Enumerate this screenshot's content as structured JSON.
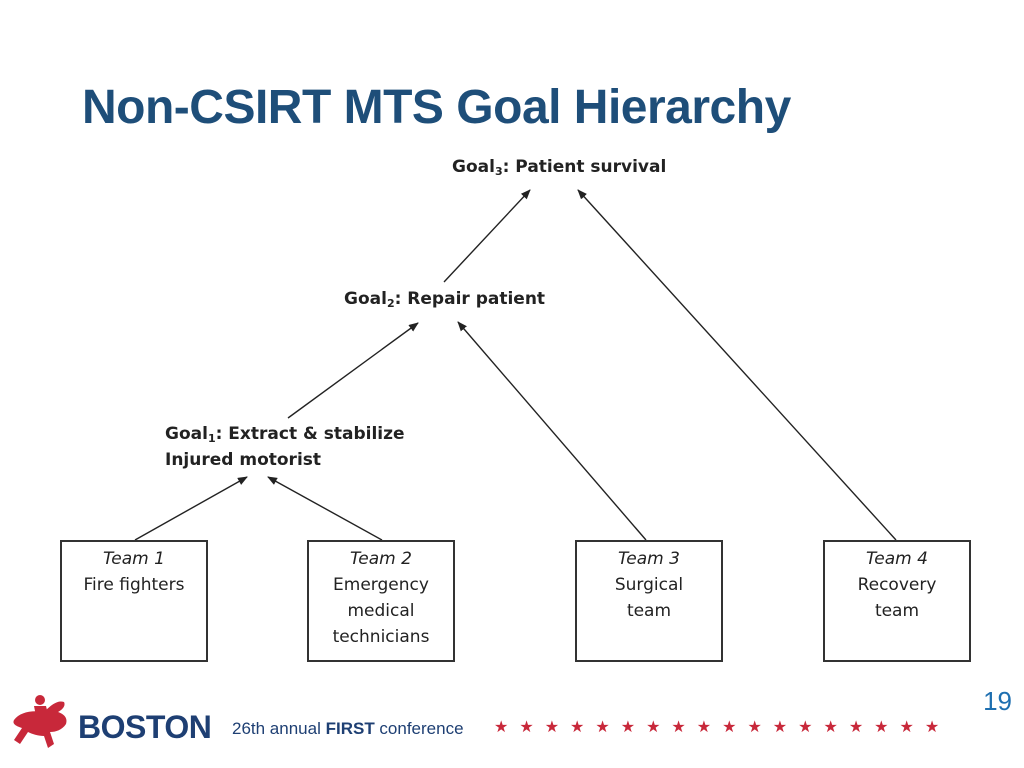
{
  "slide": {
    "title": "Non-CSIRT MTS Goal Hierarchy",
    "page_number": "19"
  },
  "goals": {
    "goal3": {
      "prefix": "Goal",
      "sub": "3",
      "text": ": Patient survival"
    },
    "goal2": {
      "prefix": "Goal",
      "sub": "2",
      "text": ": Repair patient"
    },
    "goal1": {
      "prefix": "Goal",
      "sub": "1",
      "text": ": Extract & stabilize",
      "line2": "Injured motorist"
    }
  },
  "teams": [
    {
      "name": "Team 1",
      "desc": "Fire fighters"
    },
    {
      "name": "Team 2",
      "desc": "Emergency\nmedical\ntechnicians"
    },
    {
      "name": "Team 3",
      "desc": "Surgical\nteam"
    },
    {
      "name": "Team 4",
      "desc": "Recovery\nteam"
    }
  ],
  "footer": {
    "brand": "BOSTON",
    "conference_prefix": "26th annual ",
    "conference_bold": "FIRST",
    "conference_suffix": " conference",
    "stars": "★★★★★★★★★★★★★★★★★★",
    "colors": {
      "brand_blue": "#1e3f73",
      "accent_red": "#c8283a"
    }
  },
  "colors": {
    "title": "#1e4e79"
  }
}
